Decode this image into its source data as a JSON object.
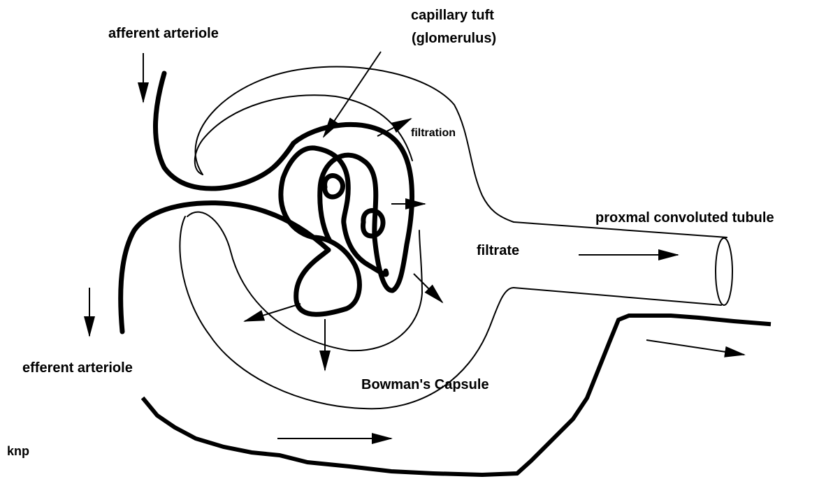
{
  "labels": {
    "afferent_arteriole": "afferent arteriole",
    "capillary_tuft_line1": "capillary tuft",
    "capillary_tuft_line2": "(glomerulus)",
    "filtration": "filtration",
    "proximal_tubule": "proxmal convoluted tubule",
    "filtrate": "filtrate",
    "efferent_arteriole": "efferent arteriole",
    "bowmans_capsule": "Bowman's Capsule",
    "author": "knp"
  }
}
